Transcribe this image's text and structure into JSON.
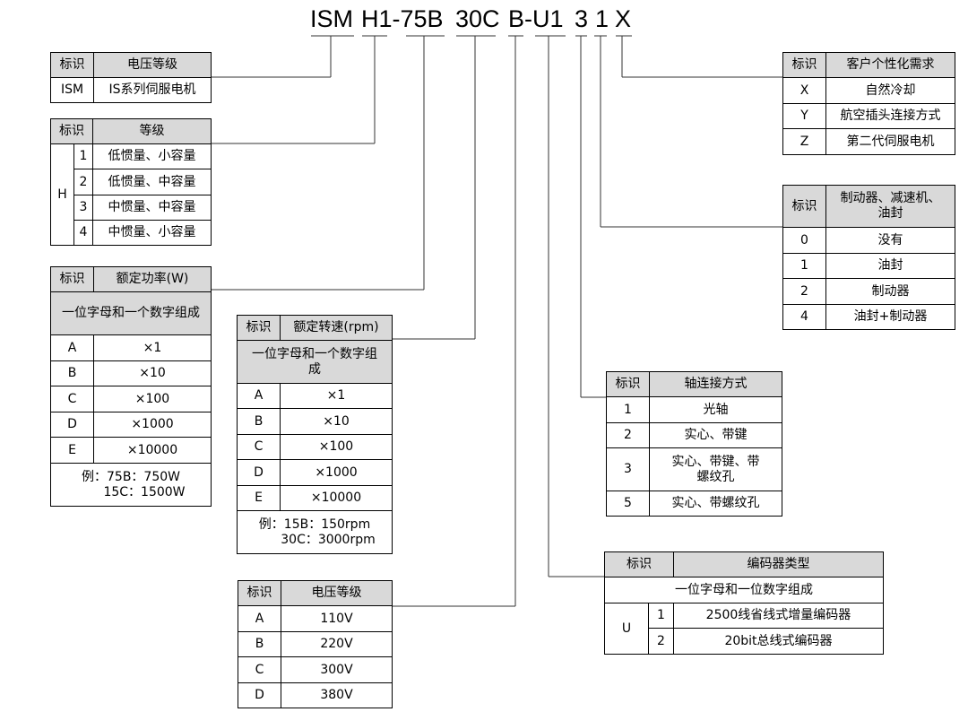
{
  "model_code": {
    "segments": [
      "ISM",
      "H1-75B",
      "30C",
      "B-U1",
      "3",
      "1",
      "X"
    ]
  },
  "voltage_series": {
    "headers": [
      "标识",
      "电压等级"
    ],
    "rows": [
      [
        "ISM",
        "IS系列伺服电机"
      ]
    ]
  },
  "grade": {
    "headers": [
      "标识",
      "等级"
    ],
    "group_code": "H",
    "rows": [
      [
        "1",
        "低惯量、小容量"
      ],
      [
        "2",
        "低惯量、中容量"
      ],
      [
        "3",
        "中惯量、中容量"
      ],
      [
        "4",
        "中惯量、小容量"
      ]
    ]
  },
  "rated_power": {
    "headers": [
      "标识",
      "额定功率(W)"
    ],
    "subheader": "一位字母和一个数字组成",
    "rows": [
      [
        "A",
        "×1"
      ],
      [
        "B",
        "×10"
      ],
      [
        "C",
        "×100"
      ],
      [
        "D",
        "×1000"
      ],
      [
        "E",
        "×10000"
      ]
    ],
    "note_line1": "例：75B：750W",
    "note_line2": "15C：1500W"
  },
  "rated_speed": {
    "headers": [
      "标识",
      "额定转速(rpm)"
    ],
    "subheader": "一位字母和一个数字组成",
    "rows": [
      [
        "A",
        "×1"
      ],
      [
        "B",
        "×10"
      ],
      [
        "C",
        "×100"
      ],
      [
        "D",
        "×1000"
      ],
      [
        "E",
        "×10000"
      ]
    ],
    "note_line1": "例：15B：150rpm",
    "note_line2": "30C：3000rpm"
  },
  "voltage_level": {
    "headers": [
      "标识",
      "电压等级"
    ],
    "rows": [
      [
        "A",
        "110V"
      ],
      [
        "B",
        "220V"
      ],
      [
        "C",
        "300V"
      ],
      [
        "D",
        "380V"
      ]
    ]
  },
  "custom": {
    "headers": [
      "标识",
      "客户个性化需求"
    ],
    "rows": [
      [
        "X",
        "自然冷却"
      ],
      [
        "Y",
        "航空插头连接方式"
      ],
      [
        "Z",
        "第二代伺服电机"
      ]
    ]
  },
  "brake": {
    "headers": [
      "标识",
      "制动器、减速机、油封"
    ],
    "rows": [
      [
        "0",
        "没有"
      ],
      [
        "1",
        "油封"
      ],
      [
        "2",
        "制动器"
      ],
      [
        "4",
        "油封+制动器"
      ]
    ]
  },
  "shaft": {
    "headers": [
      "标识",
      "轴连接方式"
    ],
    "rows": [
      [
        "1",
        "光轴"
      ],
      [
        "2",
        "实心、带键"
      ],
      [
        "3",
        "实心、带键、带螺纹孔"
      ],
      [
        "5",
        "实心、带螺纹孔"
      ]
    ]
  },
  "encoder": {
    "headers": [
      "标识",
      "编码器类型"
    ],
    "subheader": "一位字母和一位数字组成",
    "group_code": "U",
    "rows": [
      [
        "1",
        "2500线省线式增量编码器"
      ],
      [
        "2",
        "20bit总线式编码器"
      ]
    ]
  }
}
